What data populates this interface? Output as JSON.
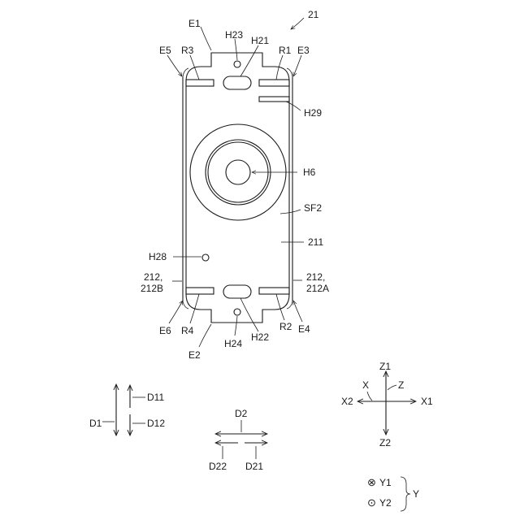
{
  "figure_id": "21",
  "part_labels": {
    "e1": "E1",
    "e2": "E2",
    "e3": "E3",
    "e4": "E4",
    "e5": "E5",
    "e6": "E6",
    "r1": "R1",
    "r2": "R2",
    "r3": "R3",
    "r4": "R4",
    "h21": "H21",
    "h22": "H22",
    "h23": "H23",
    "h24": "H24",
    "h28": "H28",
    "h29": "H29",
    "h6": "H6",
    "sf2": "SF2",
    "p211": "211",
    "p212_left": "212,",
    "p212b": "212B",
    "p212_right": "212,",
    "p212a": "212A"
  },
  "direction_d1": {
    "main": "D1",
    "up": "D11",
    "down": "D12"
  },
  "direction_d2": {
    "main": "D2",
    "left": "D22",
    "right": "D21"
  },
  "axes": {
    "z1": "Z1",
    "z2": "Z2",
    "x1": "X1",
    "x2": "X2",
    "x": "X",
    "z": "Z"
  },
  "y_legend": {
    "y1_symbol": "⊗",
    "y1": "Y1",
    "y2_symbol": "⊙",
    "y2": "Y2",
    "y": "Y"
  }
}
